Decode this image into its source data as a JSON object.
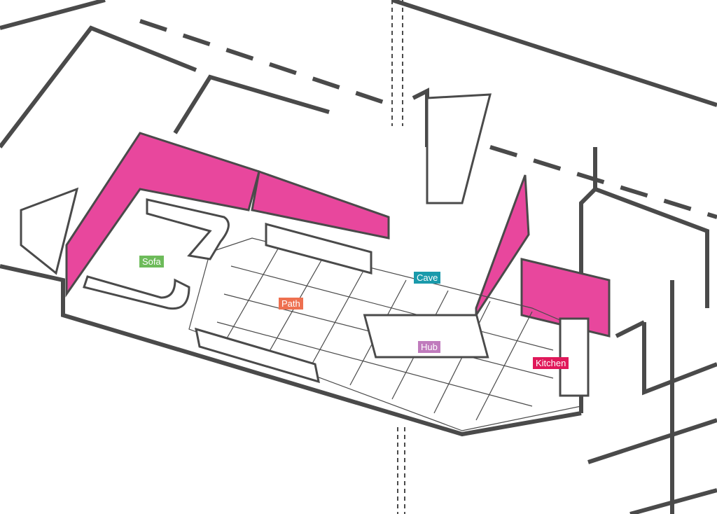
{
  "colors": {
    "wall": "#4a4a4a",
    "accent_wall": "#e8479d",
    "floor": "#ffffff"
  },
  "zones": [
    {
      "id": "sofa",
      "label": "Sofa",
      "color": "#6dbb5a"
    },
    {
      "id": "path",
      "label": "Path",
      "color": "#ee7050"
    },
    {
      "id": "cave",
      "label": "Cave",
      "color": "#1a9aab"
    },
    {
      "id": "hub",
      "label": "Hub",
      "color": "#c07bbd"
    },
    {
      "id": "kitchen",
      "label": "Kitchen",
      "color": "#e0185a"
    }
  ]
}
